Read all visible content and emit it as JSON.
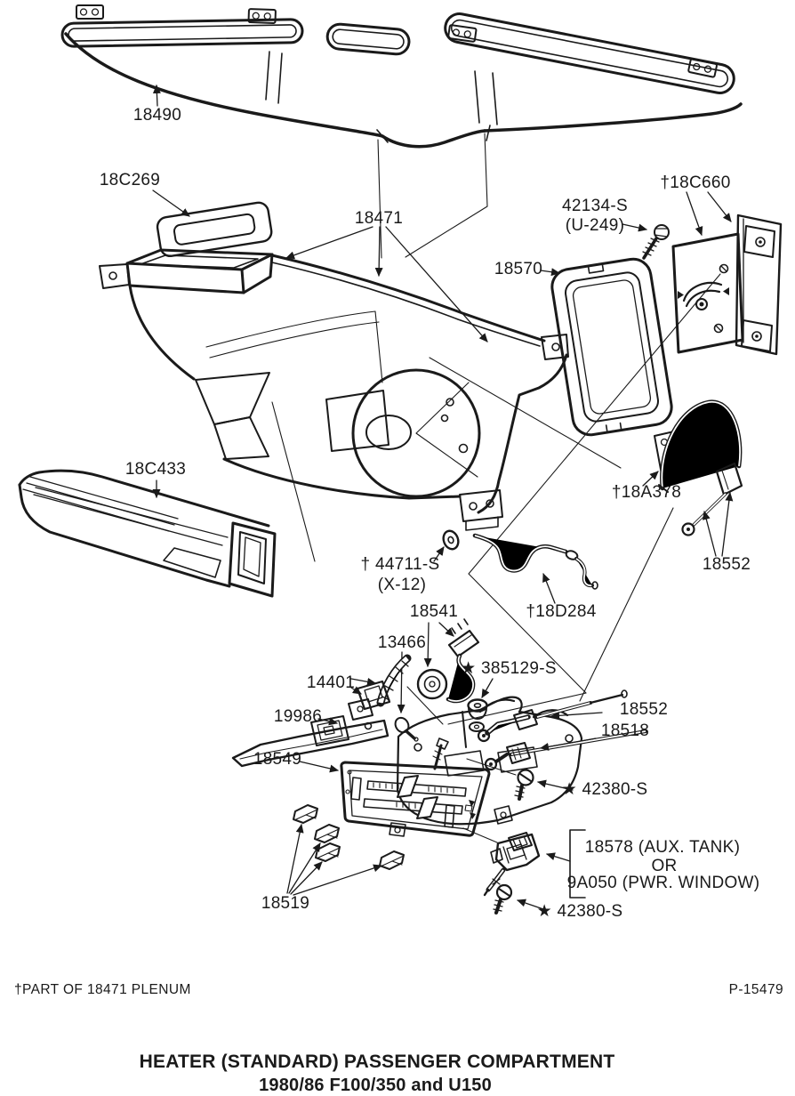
{
  "page": {
    "background": "#ffffff",
    "ink": "#1a1a1a"
  },
  "diagram": {
    "caption": {
      "line1": "HEATER (STANDARD) PASSENGER COMPARTMENT",
      "line2": "1980/86 F100/350 and U150"
    },
    "footnote": "†PART OF 18471 PLENUM",
    "plate_code": "P-15479",
    "labels": {
      "duct": "18490",
      "defroster_gasket": "18C269",
      "plenum": "18471",
      "screw_42134_l1": "42134-S",
      "screw_42134_l2": "(U-249)",
      "vacuum_door": "†18C660",
      "core_gasket": "18570",
      "floor_duct": "18C433",
      "cable_clamp": "†18A378",
      "cable_upper": "18552",
      "grommet_l1": "† 44711-S",
      "grommet_l2": "(X-12)",
      "door_rod": "†18D284",
      "harness": "18541",
      "bulb": "13466",
      "lever_14401": "14401",
      "washer": "★ 385129-S",
      "lever_19986": "19986",
      "cable_lower": "18552",
      "rod_18518": "18518",
      "faceplate": "18549",
      "screw_42380_a": "★ 42380-S",
      "knobs": "18519",
      "switch_l1": "18578 (AUX. TANK)",
      "switch_l2": "OR",
      "switch_l3": "9A050 (PWR. WINDOW)",
      "screw_42380_b": "★ 42380-S"
    }
  }
}
